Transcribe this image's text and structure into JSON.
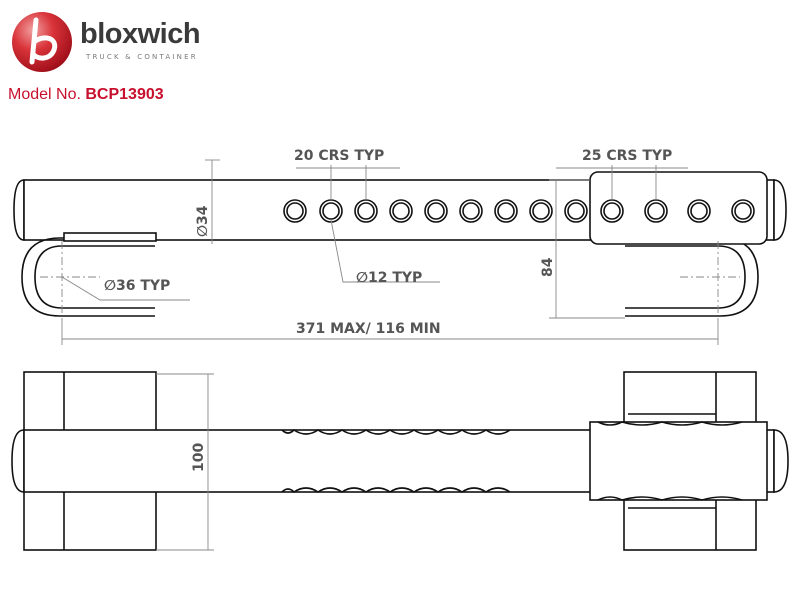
{
  "brand": {
    "name": "bloxwich",
    "tagline": "TRUCK & CONTAINER",
    "accent_color": "#c8102e"
  },
  "model": {
    "label": "Model No.",
    "number": "BCP13903"
  },
  "dimensions": {
    "crs_20": "20 CRS TYP",
    "crs_25": "25 CRS TYP",
    "dia_34": "∅34",
    "dia_12": "∅12 TYP",
    "dia_36": "∅36 TYP",
    "height_84": "84",
    "length": "371 MAX/ 116 MIN",
    "height_100": "100"
  }
}
